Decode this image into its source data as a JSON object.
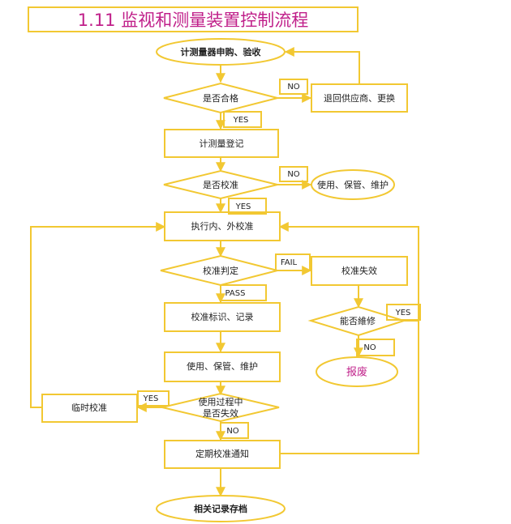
{
  "title": "1.11 监视和测量装置控制流程",
  "nodes": {
    "start": "计测量器申购、验收",
    "check_qualified": "是否合格",
    "return_supplier": "退回供应商、更换",
    "register": "计测量登记",
    "need_calibration": "是否校准",
    "use_keep_maintain_1": "使用、保管、维护",
    "perform_calibration": "执行内、外校准",
    "calibration_judgement": "校准判定",
    "calibration_failed": "校准失效",
    "can_repair": "能否維修",
    "scrap": "报废",
    "calibration_mark": "校准标识、记录",
    "use_keep_maintain_2": "使用、保管、维护",
    "temporary_calibration": "临时校准",
    "fail_during_use_1": "使用过程中",
    "fail_during_use_2": "是否失效",
    "periodic_notice": "定期校准通知",
    "archive": "相关记录存档"
  },
  "labels": {
    "no_1": "NO",
    "yes_1": "YES",
    "no_2": "NO",
    "yes_2": "YES",
    "fail": "FAIL",
    "pass": "PASS",
    "yes_3": "YES",
    "no_3": "NO",
    "yes_4": "YES",
    "no_4": "NO"
  },
  "colors": {
    "border": "#f2c832",
    "title_text": "#c0208a",
    "scrap_text": "#c0208a",
    "text": "#222222"
  }
}
